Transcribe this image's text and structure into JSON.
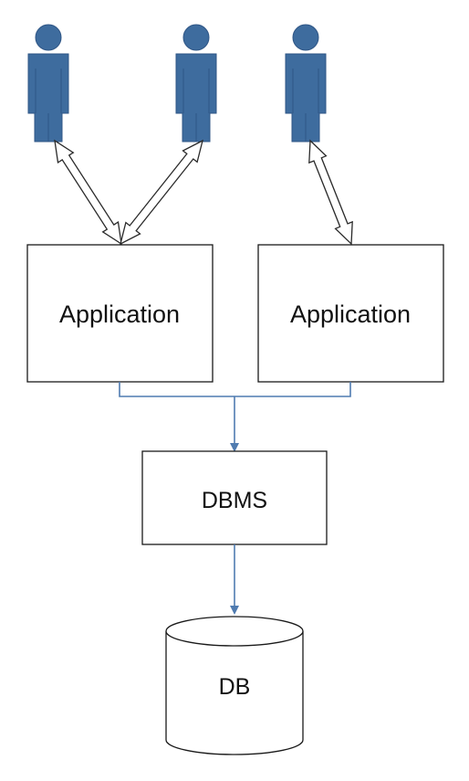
{
  "colors": {
    "user_fill": "#3e6c9e",
    "user_stroke": "#2f5686",
    "box_stroke": "#1a1a1a",
    "connector": "#4f7bb0",
    "arrow_stroke": "#2a2a2a",
    "arrow_fill": "#ffffff"
  },
  "icons": {
    "user": "person-icon",
    "database": "database-cylinder"
  },
  "diagram": {
    "users": [
      {
        "id": "user-1",
        "icon": "person-icon"
      },
      {
        "id": "user-2",
        "icon": "person-icon"
      },
      {
        "id": "user-3",
        "icon": "person-icon"
      }
    ],
    "applications": [
      {
        "id": "app-1",
        "label": "Application"
      },
      {
        "id": "app-2",
        "label": "Application"
      }
    ],
    "dbms": {
      "label": "DBMS"
    },
    "db": {
      "label": "DB"
    },
    "edges": [
      {
        "from": "user-1",
        "to": "app-1",
        "style": "double-arrow"
      },
      {
        "from": "user-2",
        "to": "app-1",
        "style": "double-arrow"
      },
      {
        "from": "user-3",
        "to": "app-2",
        "style": "double-arrow"
      },
      {
        "from": "app-1",
        "to": "dbms",
        "style": "connector"
      },
      {
        "from": "app-2",
        "to": "dbms",
        "style": "connector"
      },
      {
        "from": "dbms",
        "to": "db",
        "style": "connector"
      }
    ]
  }
}
